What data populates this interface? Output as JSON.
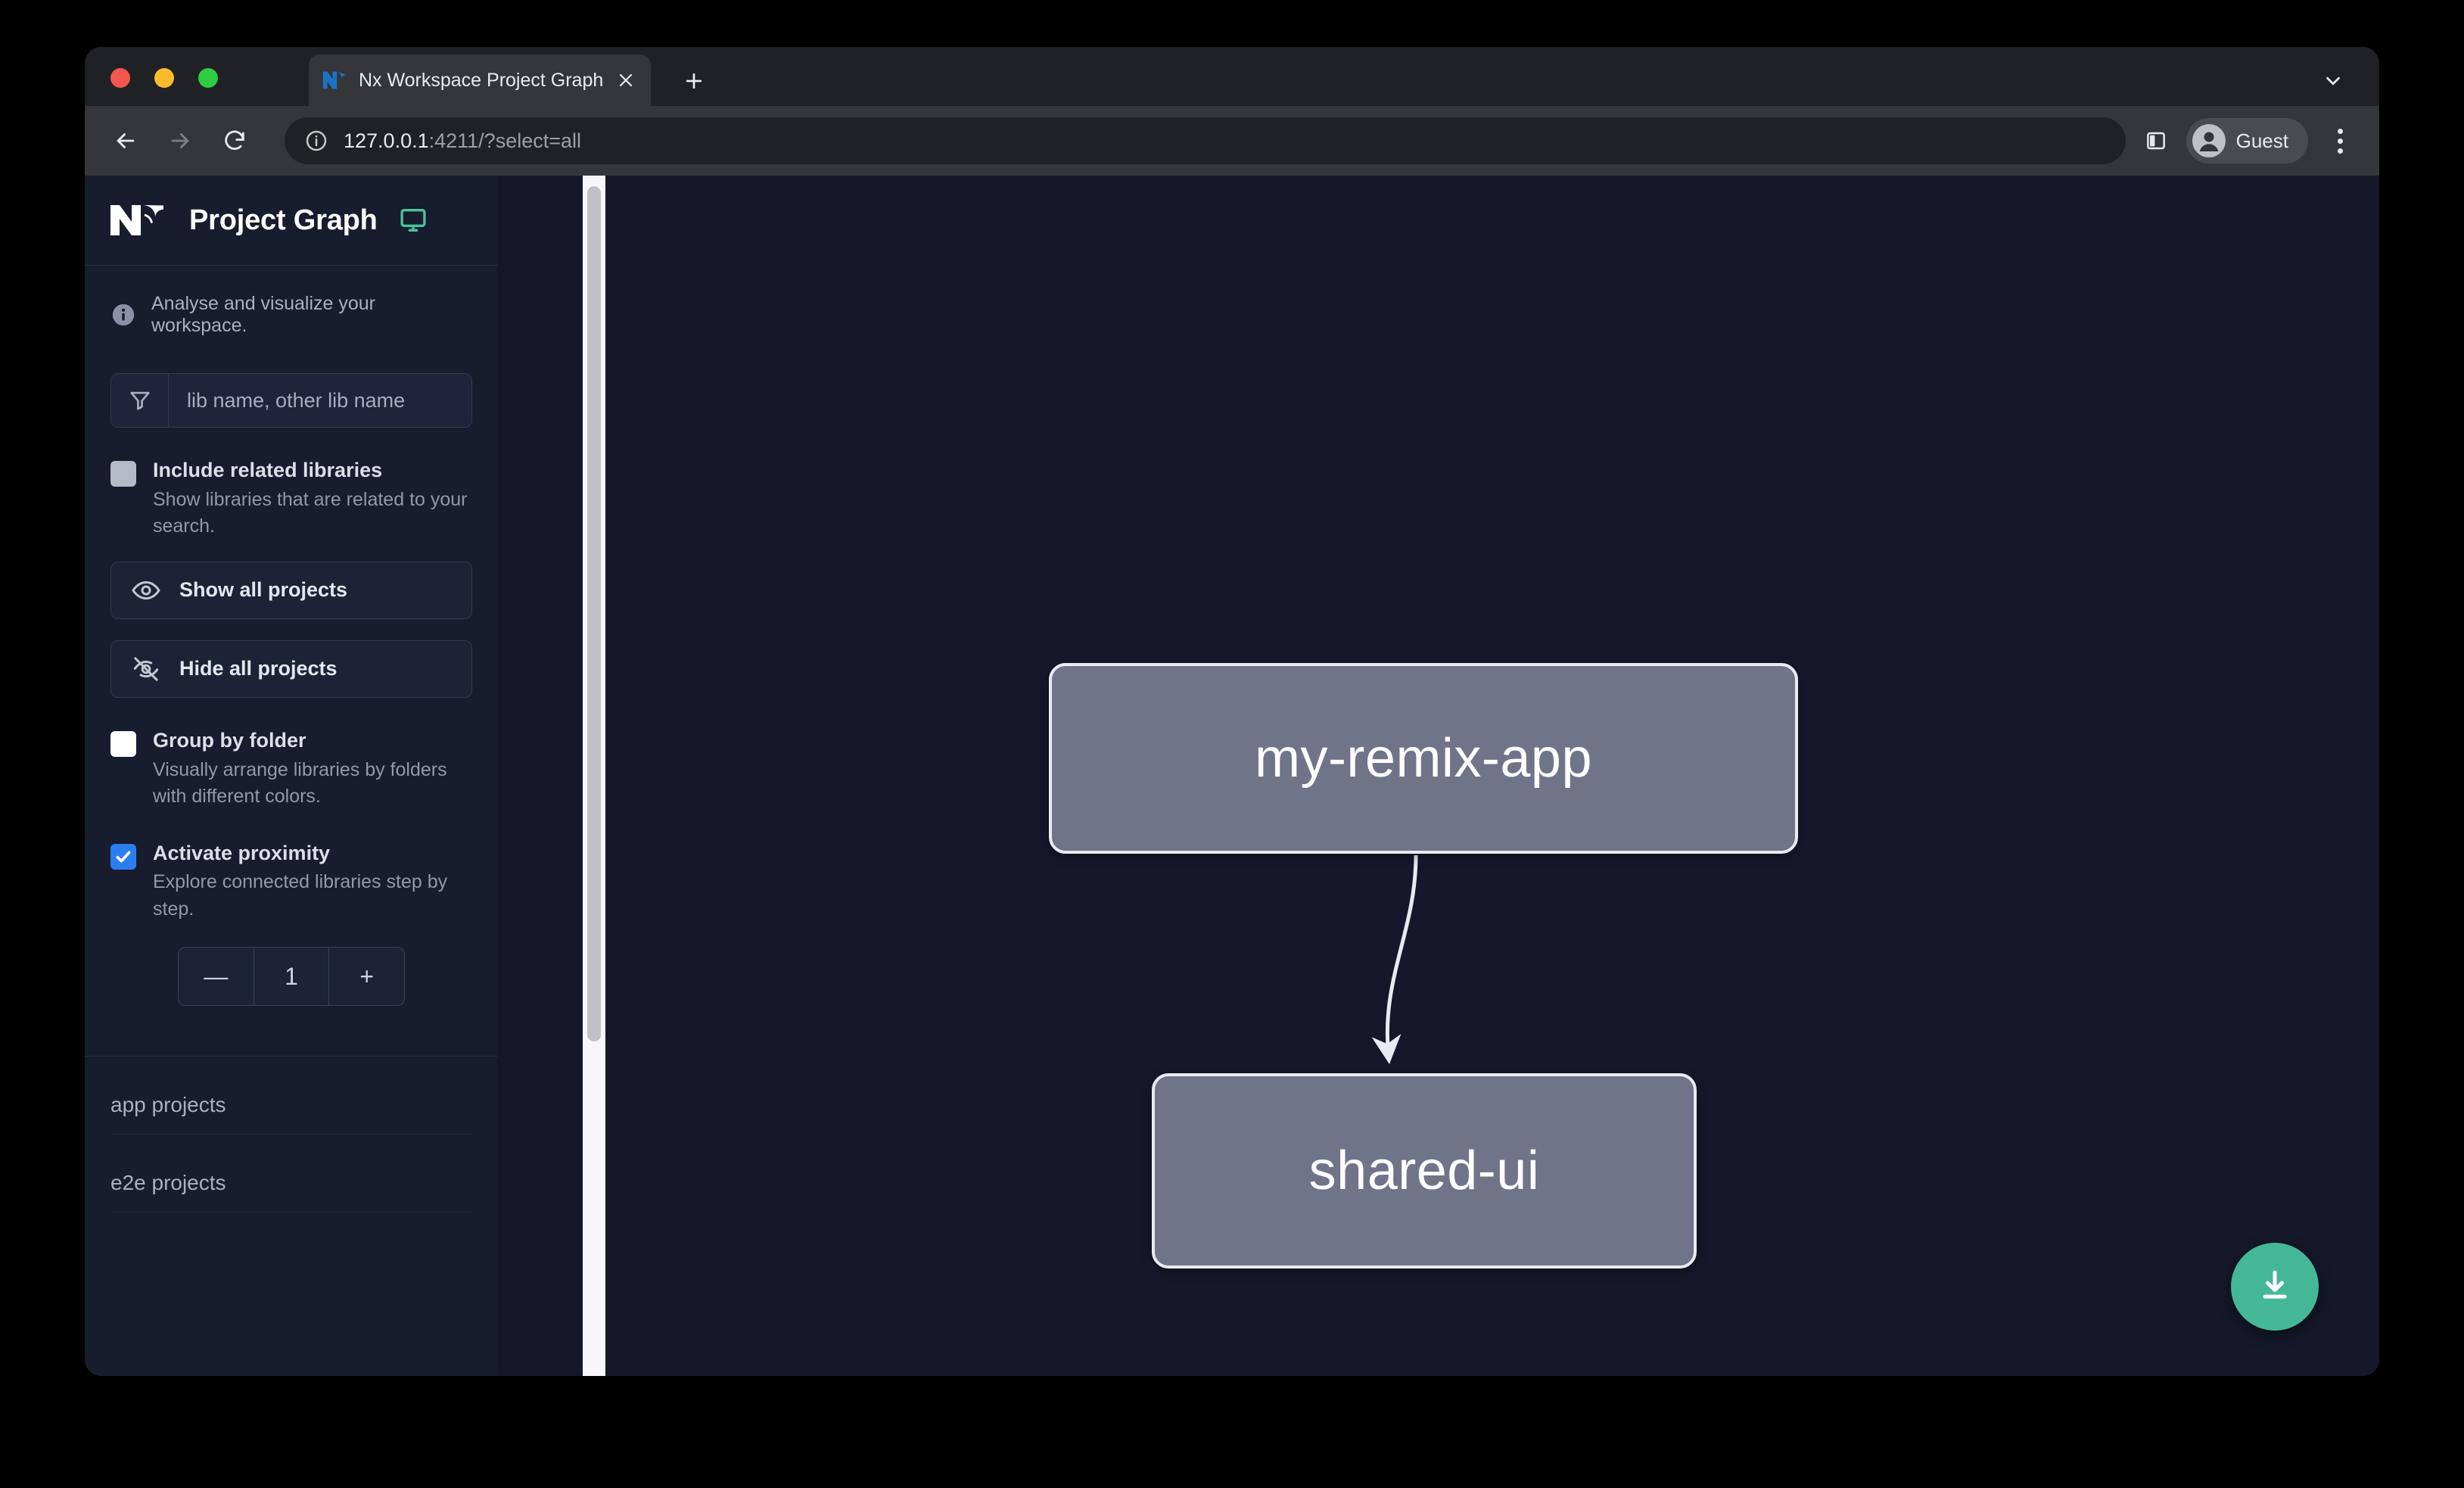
{
  "browser": {
    "tab": {
      "title": "Nx Workspace Project Graph",
      "favicon_icon": "nx-logo-favicon",
      "close_icon": "close-icon"
    },
    "new_tab_icon": "plus-icon",
    "tabstrip_chevron_icon": "chevron-down-icon",
    "toolbar": {
      "back_icon": "arrow-left-icon",
      "forward_icon": "arrow-right-icon",
      "reload_icon": "reload-icon",
      "site_info_icon": "info-circle-icon",
      "url_host": "127.0.0.1",
      "url_rest": ":4211/?select=all",
      "split_view_icon": "split-view-icon",
      "profile_name": "Guest",
      "profile_avatar_icon": "person-avatar-icon",
      "menu_icon": "three-dots-vertical-icon"
    }
  },
  "sidebar": {
    "logo_icon": "nx-logo",
    "title": "Project Graph",
    "monitor_icon": "monitor-icon",
    "monitor_color": "#4cc49a",
    "tagline": {
      "icon": "info-circle-icon",
      "text": "Analyse and visualize your workspace."
    },
    "filter": {
      "icon": "funnel-filter-icon",
      "placeholder": "lib name, other lib name",
      "value": ""
    },
    "options": [
      {
        "id": "include-related-libraries",
        "title": "Include related libraries",
        "description": "Show libraries that are related to your search.",
        "checked": false,
        "box_style": "grey"
      },
      {
        "id": "group-by-folder",
        "title": "Group by folder",
        "description": "Visually arrange libraries by folders with different colors.",
        "checked": false,
        "box_style": "white"
      },
      {
        "id": "activate-proximity",
        "title": "Activate proximity",
        "description": "Explore connected libraries step by step.",
        "checked": true,
        "box_style": "blue",
        "check_icon": "checkmark-icon",
        "accent": "#2a7ef0"
      }
    ],
    "buttons": [
      {
        "id": "show-all-projects",
        "label": "Show all projects",
        "icon": "eye-icon"
      },
      {
        "id": "hide-all-projects",
        "label": "Hide all projects",
        "icon": "eye-off-icon"
      }
    ],
    "stepper": {
      "minus_label": "—",
      "value": "1",
      "plus_label": "+"
    },
    "project_groups": [
      {
        "id": "app-projects",
        "label": "app projects"
      },
      {
        "id": "e2e-projects",
        "label": "e2e projects"
      }
    ],
    "scrollbar": {
      "present": true
    }
  },
  "graph": {
    "nodes": [
      {
        "id": "my-remix-app",
        "label": "my-remix-app"
      },
      {
        "id": "shared-ui",
        "label": "shared-ui"
      }
    ],
    "edges": [
      {
        "from": "my-remix-app",
        "to": "shared-ui",
        "arrow": true
      }
    ],
    "node_fill": "#6f7489",
    "node_border": "#e9ebf2",
    "canvas_bg": "#15182b",
    "download_button": {
      "icon": "download-icon",
      "color": "#44b896"
    }
  }
}
